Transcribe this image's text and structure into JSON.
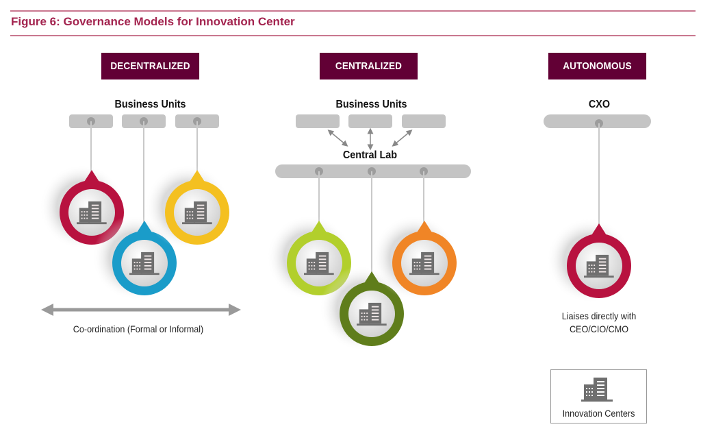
{
  "figure": {
    "title": "Figure 6: Governance Models for Innovation Center"
  },
  "colors": {
    "title": "#a3244f",
    "header_bg": "#620035",
    "crimson": "#b8123f",
    "blue": "#1a9cc9",
    "yellow": "#f4c020",
    "lime": "#b2cf2c",
    "olive": "#5f7d1b",
    "orange": "#f08526",
    "connector": "#c4c4c4"
  },
  "models": [
    {
      "header": "DECENTRALIZED",
      "top_label": "Business Units",
      "centers": [
        "crimson",
        "blue",
        "yellow"
      ],
      "note": "Co-ordination (Formal or Informal)"
    },
    {
      "header": "CENTRALIZED",
      "top_label": "Business Units",
      "middle_label": "Central Lab",
      "centers": [
        "lime",
        "olive",
        "orange"
      ]
    },
    {
      "header": "AUTONOMOUS",
      "top_label": "CXO",
      "centers": [
        "crimson"
      ],
      "note_lines": [
        "Liaises directly with",
        "CEO/CIO/CMO"
      ]
    }
  ],
  "legend": {
    "icon": "building-icon",
    "label": "Innovation Centers"
  }
}
